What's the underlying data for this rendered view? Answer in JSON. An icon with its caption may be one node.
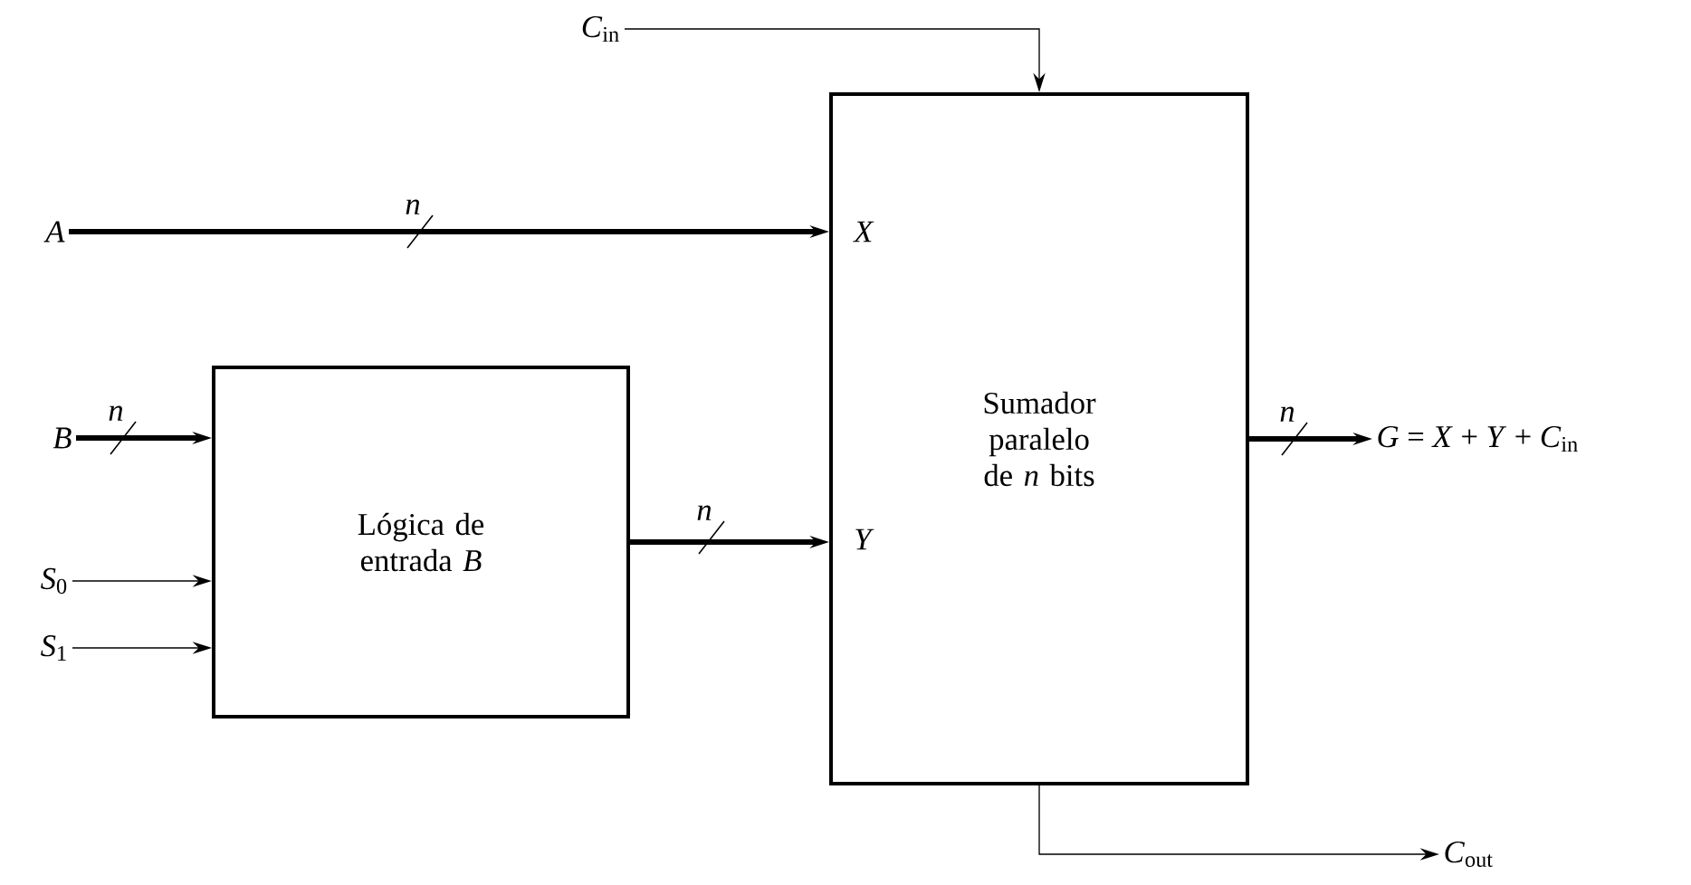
{
  "diagram": {
    "nodes": [
      {
        "text": [
          "*C*$_{in}$"
        ]
      },
      {
        "text": [
          "A"
        ]
      },
      {
        "text": [
          "B"
        ]
      },
      {
        "text": [
          "*S*$_{0}$"
        ]
      },
      {
        "text": [
          "*S*$_{1}$"
        ]
      },
      {
        "text": [
          "Lógica de entrada *B*"
        ]
      },
      {
        "text": [
          "Sumador paralelo de *n* bits"
        ]
      },
      {
        "text": [
          "*G* = *X* + *Y* + *C*$_{in}$"
        ]
      },
      {
        "text": [
          "*C*$_{out}$"
        ]
      }
    ],
    "edges": [
      {
        "from": 0,
        "to": 6,
        "arrow": "to"
      },
      {
        "from": 1,
        "to": 6,
        "arrow": "to",
        "label": "n",
        "style": "thick"
      },
      {
        "from": 2,
        "to": 5,
        "arrow": "to",
        "label": "n",
        "style": "thick"
      },
      {
        "from": 3,
        "to": 5,
        "arrow": "to"
      },
      {
        "from": 4,
        "to": 5,
        "arrow": "to"
      },
      {
        "from": 5,
        "to": 6,
        "arrow": "to",
        "label": "n",
        "style": "thick"
      },
      {
        "from": 6,
        "to": 7,
        "arrow": "to",
        "label": "n",
        "style": "thick"
      },
      {
        "from": 6,
        "to": 8,
        "arrow": "to"
      }
    ],
    "labels": [
      "X",
      "Y"
    ]
  }
}
